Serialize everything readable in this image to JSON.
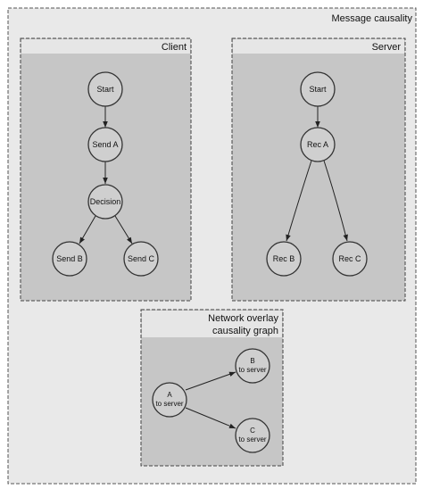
{
  "outer": {
    "title": "Message causality"
  },
  "client": {
    "title": "Client",
    "nodes": {
      "start": "Start",
      "send_a": "Send A",
      "decision": "Decision",
      "send_b": "Send B",
      "send_c": "Send C"
    }
  },
  "server": {
    "title": "Server",
    "nodes": {
      "start": "Start",
      "rec_a": "Rec A",
      "rec_b": "Rec B",
      "rec_c": "Rec C"
    }
  },
  "network": {
    "title_line1": "Network overlay",
    "title_line2": "causality graph",
    "nodes": {
      "a_line1": "A",
      "a_line2": "to server",
      "b_line1": "B",
      "b_line2": "to server",
      "c_line1": "C",
      "c_line2": "to server"
    }
  },
  "colors": {
    "outer_fill": "#e9e9e9",
    "panel_fill": "#c6c6c6",
    "header_fill": "#e6e6e6",
    "node_fill": "#cfcfcf",
    "stroke": "#333333"
  }
}
